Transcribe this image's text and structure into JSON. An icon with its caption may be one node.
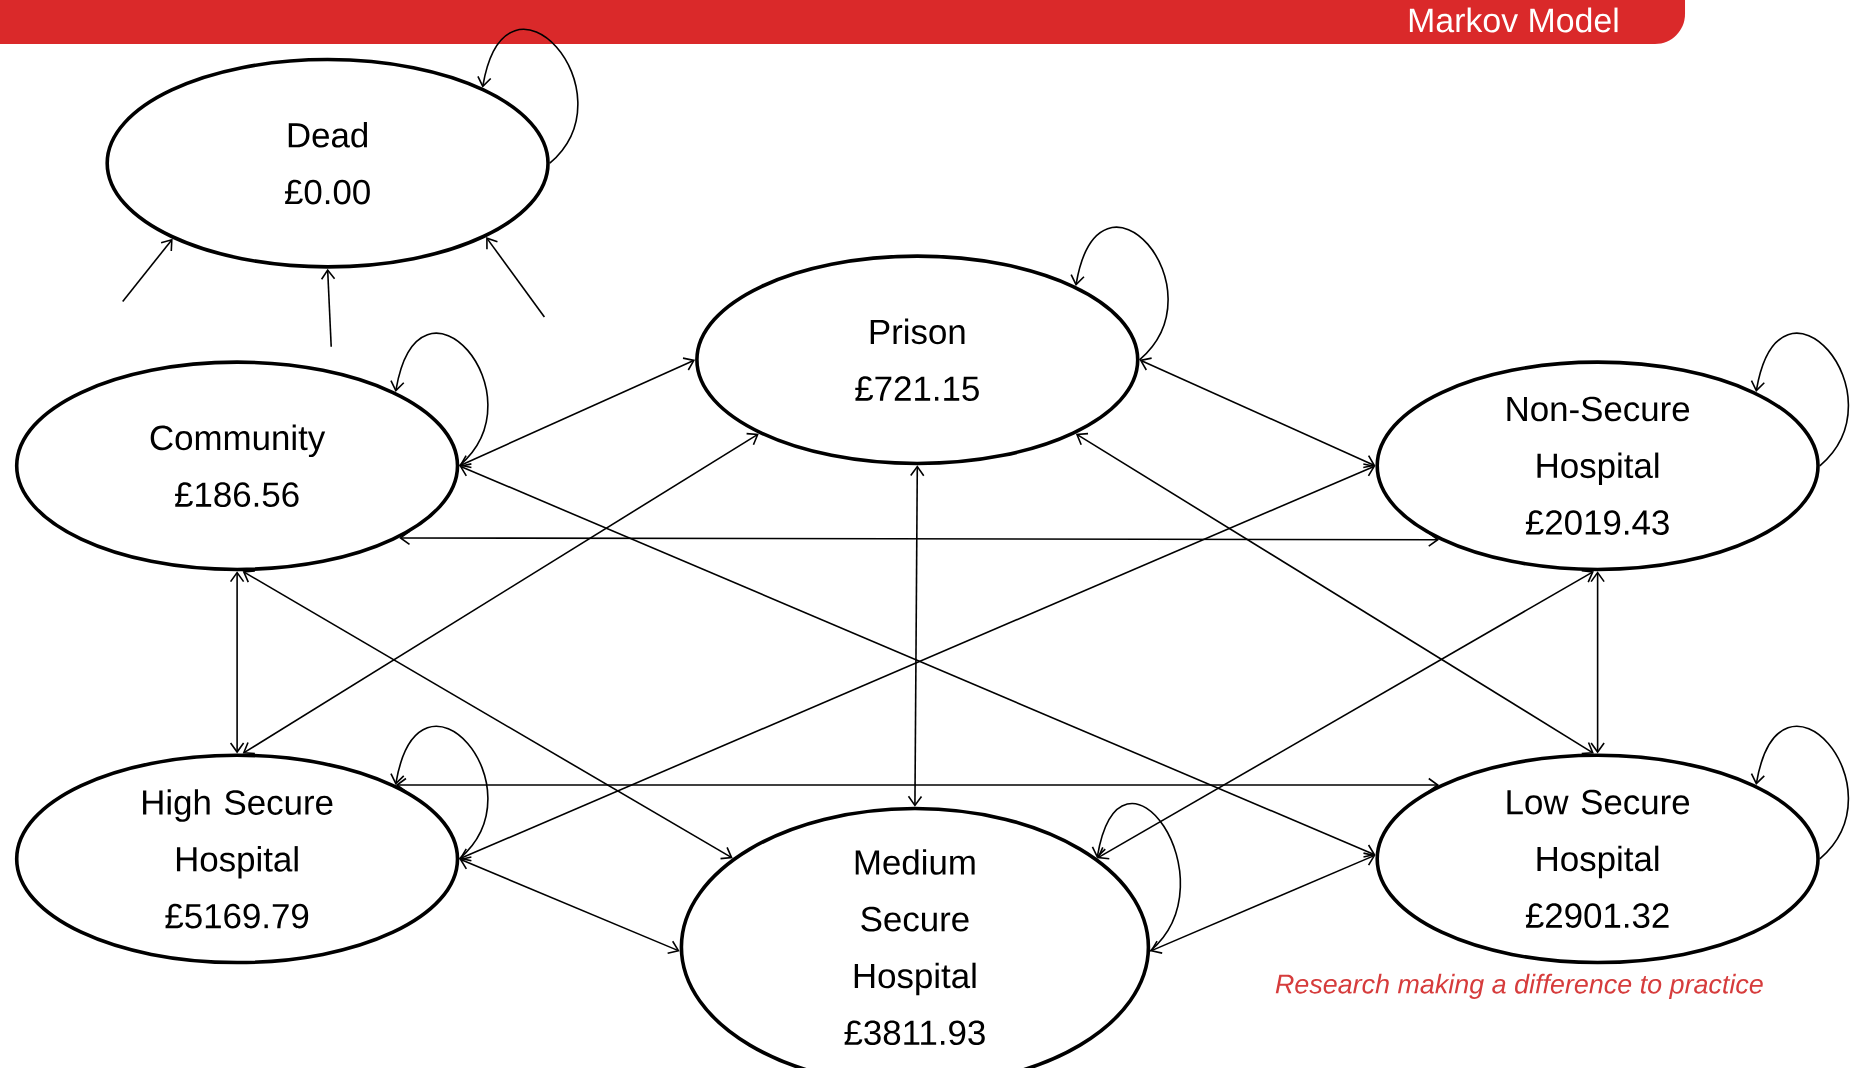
{
  "diagram": {
    "title": "Markov Model",
    "nodes": [
      {
        "text": [
          "Dead",
          "£0.00"
        ]
      },
      {
        "text": [
          "Prison",
          "£721.15"
        ]
      },
      {
        "text": [
          "Community",
          "£186.56"
        ]
      },
      {
        "text": [
          "Non-Secure Hospital",
          "£2019.43"
        ]
      },
      {
        "text": [
          "High Secure Hospital",
          "£5169.79"
        ]
      },
      {
        "text": [
          "Medium Secure Hospital",
          "£3811.93"
        ]
      },
      {
        "text": [
          "Low Secure Hospital",
          "£2901.32"
        ]
      }
    ],
    "edges": [
      {
        "from": 0,
        "to": 0,
        "arrow": "to"
      },
      {
        "from": null,
        "to": 0,
        "arrow": "to"
      },
      {
        "from": null,
        "to": 0,
        "arrow": "to"
      },
      {
        "from": null,
        "to": 0,
        "arrow": "to"
      },
      {
        "from": 1,
        "to": 1,
        "arrow": "to"
      },
      {
        "from": 2,
        "to": 2,
        "arrow": "to"
      },
      {
        "from": 3,
        "to": 3,
        "arrow": "to"
      },
      {
        "from": 2,
        "to": 1,
        "arrow": "both"
      },
      {
        "from": 1,
        "to": 3,
        "arrow": "both"
      },
      {
        "from": 2,
        "to": 6,
        "arrow": "both"
      },
      {
        "from": 2,
        "to": 3,
        "arrow": "both"
      },
      {
        "from": 2,
        "to": 4,
        "arrow": "both"
      },
      {
        "from": 2,
        "to": 5,
        "arrow": "both"
      },
      {
        "from": 1,
        "to": 4,
        "arrow": "both"
      },
      {
        "from": 1,
        "to": 5,
        "arrow": "both"
      },
      {
        "from": 1,
        "to": 6,
        "arrow": "both"
      },
      {
        "from": 3,
        "to": 4,
        "arrow": "both"
      },
      {
        "from": 3,
        "to": 5,
        "arrow": "both"
      },
      {
        "from": 3,
        "to": 6,
        "arrow": "both"
      },
      {
        "from": 4,
        "to": 4,
        "arrow": "to"
      },
      {
        "from": 5,
        "to": 5,
        "arrow": "to"
      },
      {
        "from": 6,
        "to": 6,
        "arrow": "to"
      },
      {
        "from": 4,
        "to": 6,
        "arrow": "both"
      },
      {
        "from": 4,
        "to": 5,
        "arrow": "both"
      },
      {
        "from": 5,
        "to": 6,
        "arrow": "both"
      }
    ],
    "labels": [
      "Research making a difference to practice"
    ]
  }
}
